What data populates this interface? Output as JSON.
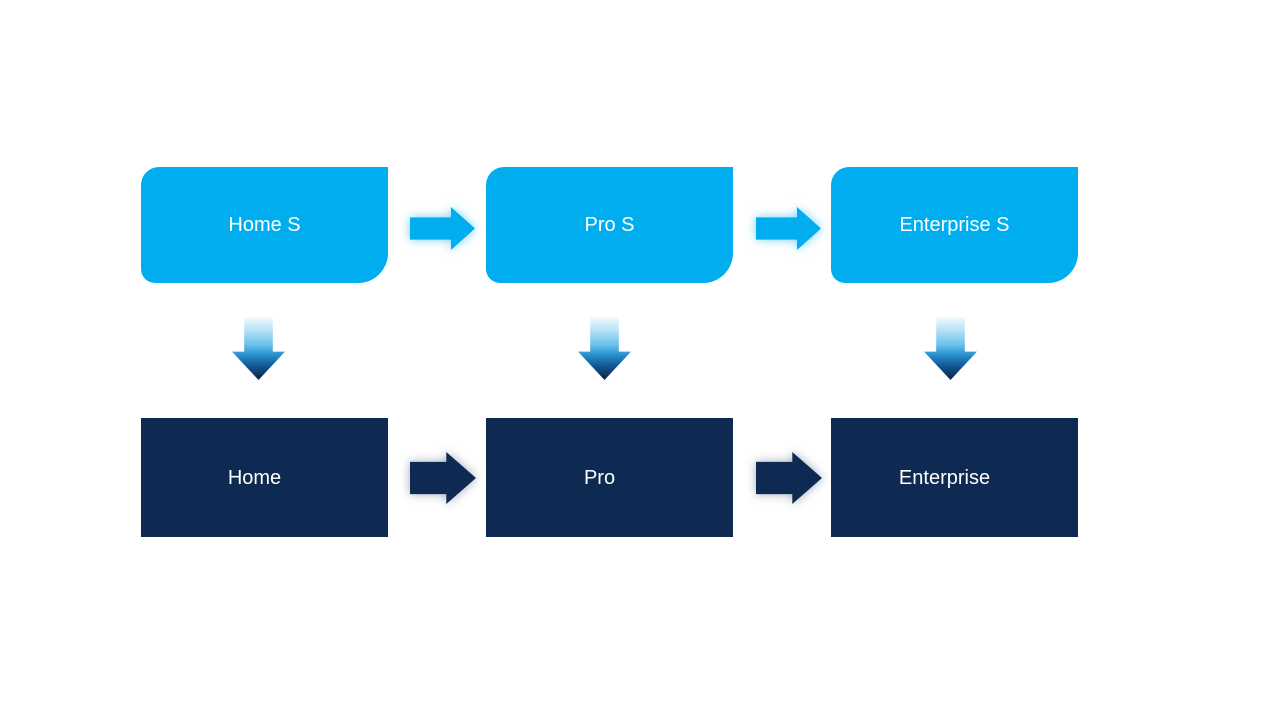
{
  "colors": {
    "background": "#ffffff",
    "cyan": "#00aeef",
    "navy": "#0f2a52",
    "cyan_glow": "rgba(0,174,239,0.55)",
    "navy_glow": "rgba(15,42,82,0.40)",
    "text": "#ffffff",
    "down_arrow_gradient": [
      "#f2fafd 0%",
      "#b9e4f6 20%",
      "#66bfe9 45%",
      "#2f97d2 58%",
      "#135e9e 75%",
      "#0d2a52 96%"
    ]
  },
  "diagram": {
    "top_row": [
      {
        "label": "Home S"
      },
      {
        "label": "Pro S"
      },
      {
        "label": "Enterprise S"
      }
    ],
    "bottom_row": [
      {
        "label": "Home"
      },
      {
        "label": "Pro"
      },
      {
        "label": "Enterprise"
      }
    ]
  }
}
